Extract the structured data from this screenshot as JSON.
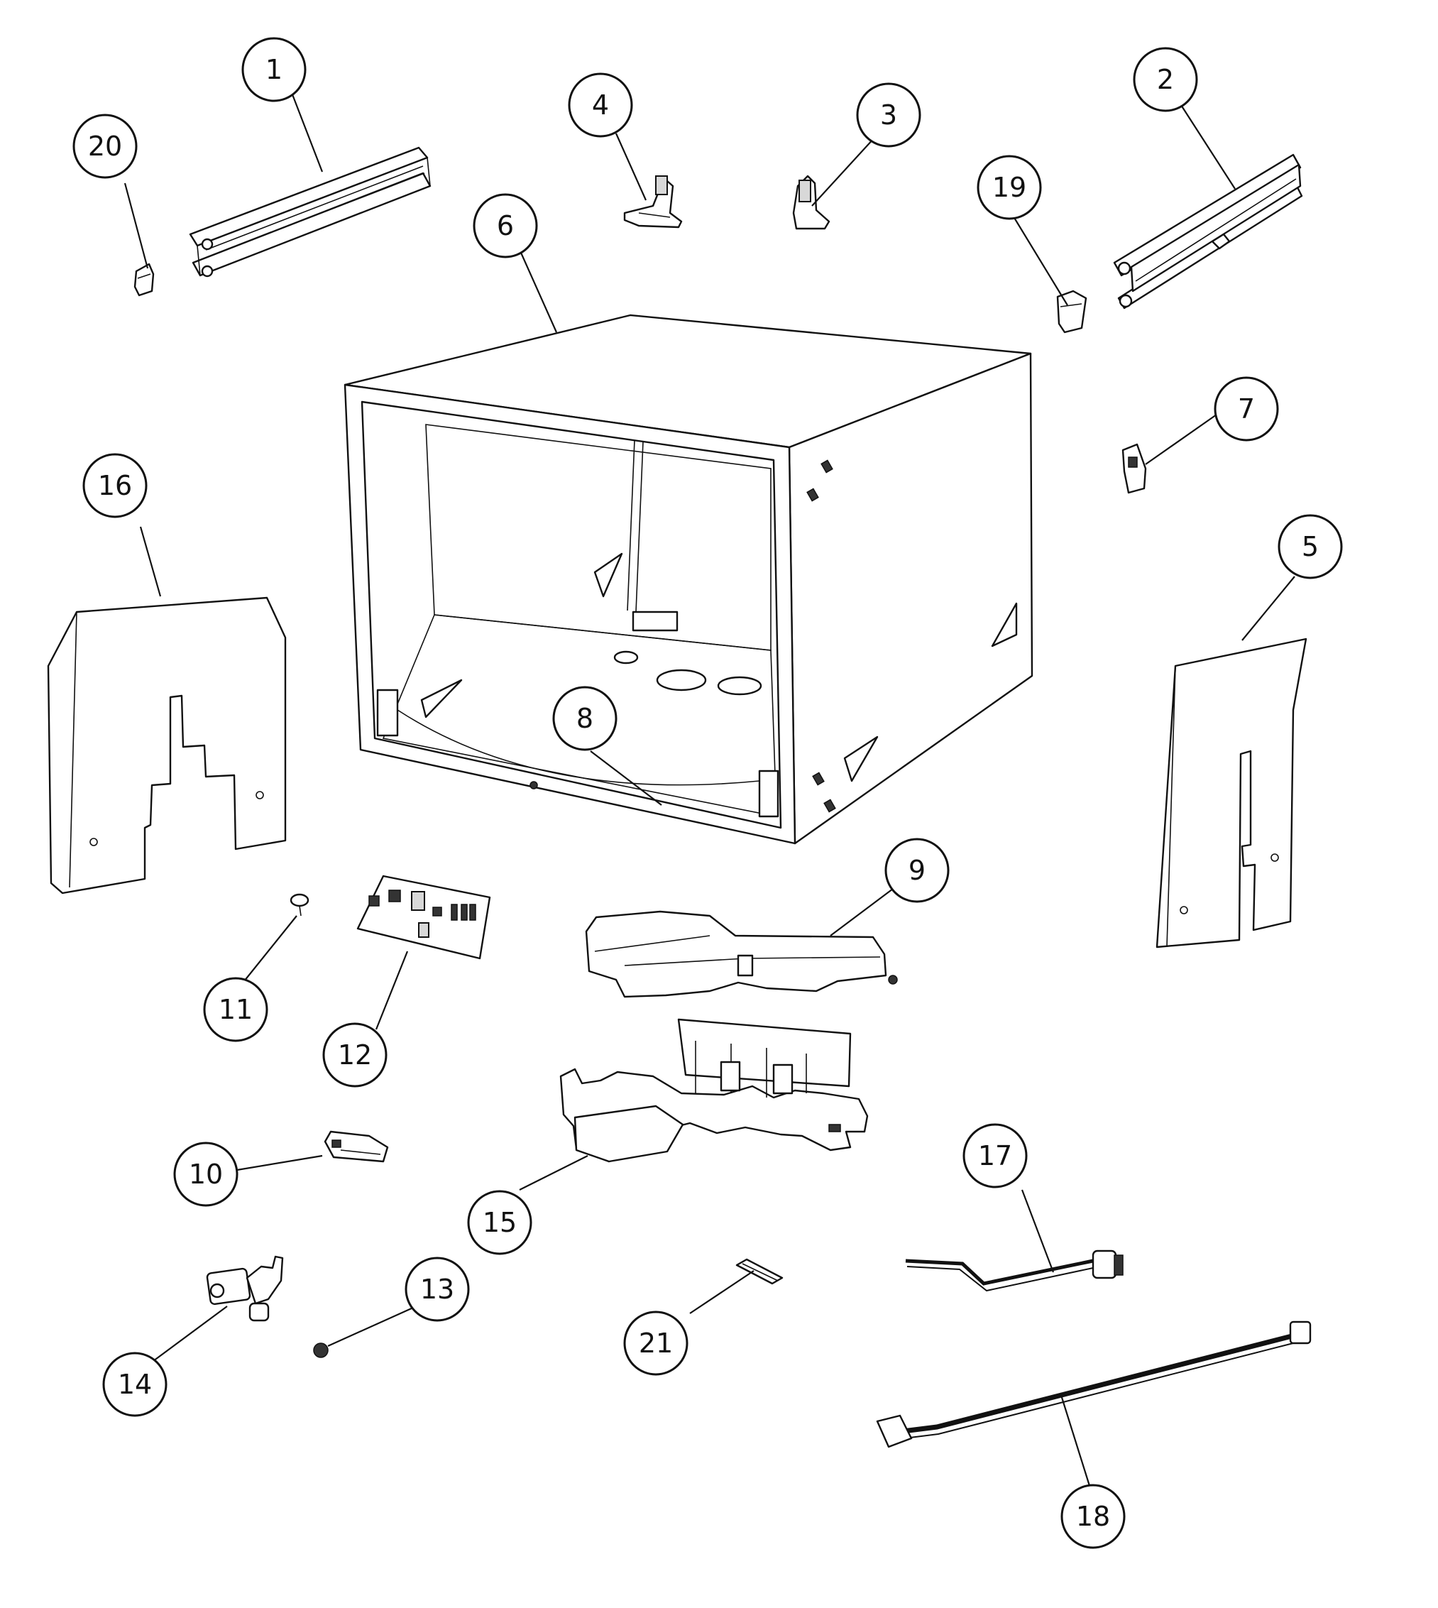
{
  "callouts": [
    {
      "id": "1",
      "label": "1"
    },
    {
      "id": "2",
      "label": "2"
    },
    {
      "id": "3",
      "label": "3"
    },
    {
      "id": "4",
      "label": "4"
    },
    {
      "id": "5",
      "label": "5"
    },
    {
      "id": "6",
      "label": "6"
    },
    {
      "id": "7",
      "label": "7"
    },
    {
      "id": "8",
      "label": "8"
    },
    {
      "id": "9",
      "label": "9"
    },
    {
      "id": "10",
      "label": "10"
    },
    {
      "id": "11",
      "label": "11"
    },
    {
      "id": "12",
      "label": "12"
    },
    {
      "id": "13",
      "label": "13"
    },
    {
      "id": "14",
      "label": "14"
    },
    {
      "id": "15",
      "label": "15"
    },
    {
      "id": "16",
      "label": "16"
    },
    {
      "id": "17",
      "label": "17"
    },
    {
      "id": "18",
      "label": "18"
    },
    {
      "id": "19",
      "label": "19"
    },
    {
      "id": "20",
      "label": "20"
    },
    {
      "id": "21",
      "label": "21"
    }
  ],
  "colors": {
    "line": "#111111",
    "background": "#ffffff"
  }
}
